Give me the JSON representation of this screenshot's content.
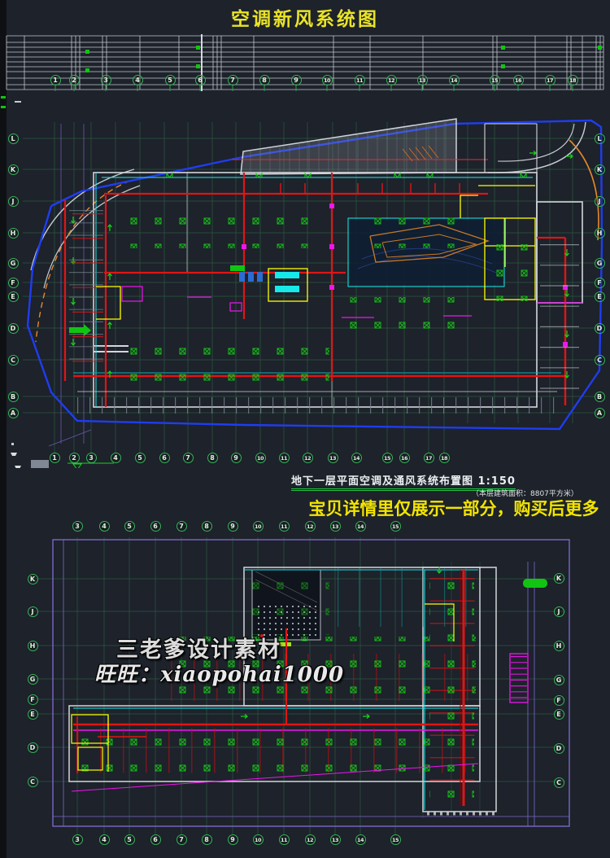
{
  "header": {
    "title": "空调新风系统图",
    "title_color": "#e9e326"
  },
  "upper_plan": {
    "caption": "地下一层平面空调及通风系统布置图  1:150",
    "area_note": "（本层建筑面积：8807平方米）",
    "axis": {
      "table_cols": [
        "1",
        "2",
        "3",
        "4",
        "5",
        "6",
        "7",
        "8",
        "9",
        "10",
        "11",
        "12",
        "13",
        "14",
        "15",
        "16",
        "17",
        "18"
      ],
      "bottom_cols": [
        "1",
        "2",
        "3",
        "4",
        "5",
        "6",
        "7",
        "8",
        "9",
        "10",
        "11",
        "12",
        "13",
        "14",
        "15",
        "16",
        "17",
        "18"
      ],
      "left_rows": [
        "L",
        "K",
        "J",
        "H",
        "G",
        "F",
        "E",
        "D",
        "C",
        "B",
        "A"
      ],
      "right_rows": [
        "L",
        "K",
        "J",
        "H",
        "G",
        "F",
        "E",
        "D",
        "C",
        "B",
        "A"
      ]
    }
  },
  "promo": {
    "text": "宝贝详情里仅展示一部分，购买后更多",
    "color": "#f2e400"
  },
  "lower_plan": {
    "axis": {
      "top_cols": [
        "3",
        "4",
        "5",
        "6",
        "7",
        "8",
        "9",
        "10",
        "11",
        "12",
        "13",
        "14",
        "15"
      ],
      "bottom_cols": [
        "3",
        "4",
        "5",
        "6",
        "7",
        "8",
        "9",
        "10",
        "11",
        "12",
        "13",
        "14",
        "15"
      ],
      "left_rows": [
        "K",
        "J",
        "H",
        "G",
        "F",
        "E",
        "D",
        "C"
      ],
      "right_rows": [
        "K",
        "J",
        "H",
        "G",
        "F",
        "E",
        "D",
        "C"
      ]
    }
  },
  "watermark": {
    "line1": "三老爹设计素材",
    "line2": "旺旺：xiaopohai1000"
  },
  "colors": {
    "background": "#1d222b",
    "duct_red": "#e01515",
    "wall_white": "#d4d6da",
    "pipe_cyan": "#17e9e9",
    "pipe_magenta": "#f015f0",
    "room_yellow": "#ffff00",
    "axis_green": "#37b456",
    "boundary_blue": "#1f3df0",
    "road_orange": "#e8882a",
    "grid_purple": "#7a68c8"
  }
}
